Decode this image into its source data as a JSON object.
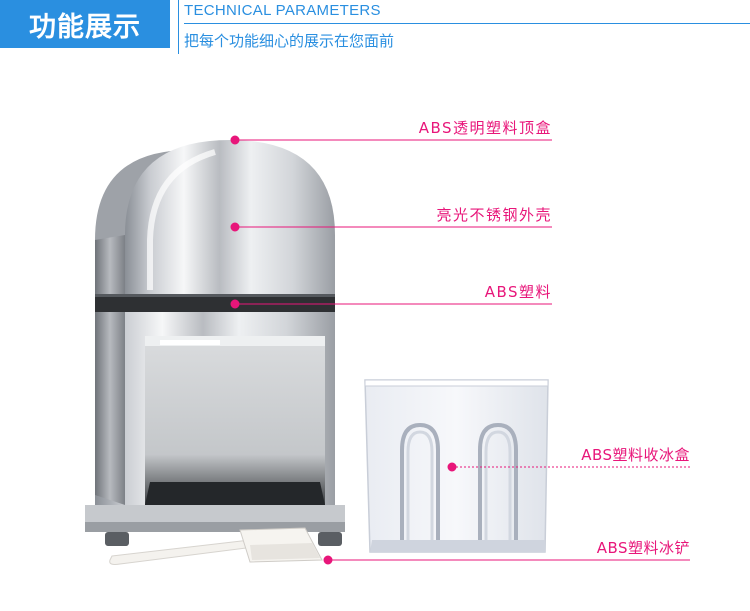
{
  "header": {
    "title": "功能展示",
    "subtitle_en": "TECHNICAL PARAMETERS",
    "subtitle_cn": "把每个功能细心的展示在您面前"
  },
  "callouts": [
    {
      "label": "ABS透明塑料顶盒"
    },
    {
      "label": "亮光不锈钢外壳"
    },
    {
      "label": "ABS塑料"
    },
    {
      "label": "ABS塑料收冰盒"
    },
    {
      "label": "ABS塑料冰铲"
    }
  ],
  "colors": {
    "brand_blue": "#2a8fe0",
    "callout_pink": "#e8167a"
  }
}
